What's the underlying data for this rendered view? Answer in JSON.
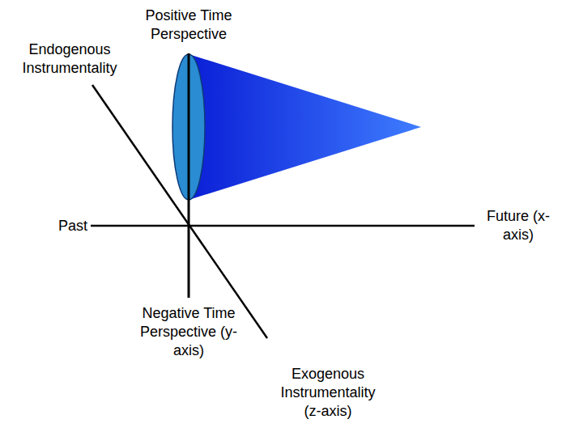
{
  "diagram": {
    "labels": [
      "Positive Time Perspective",
      "Endogenous Instrumentality",
      "Past",
      "Future (x-axis)",
      "Negative Time Perspective (y-axis)",
      "Exogenous Instrumentality (z-axis)"
    ]
  }
}
